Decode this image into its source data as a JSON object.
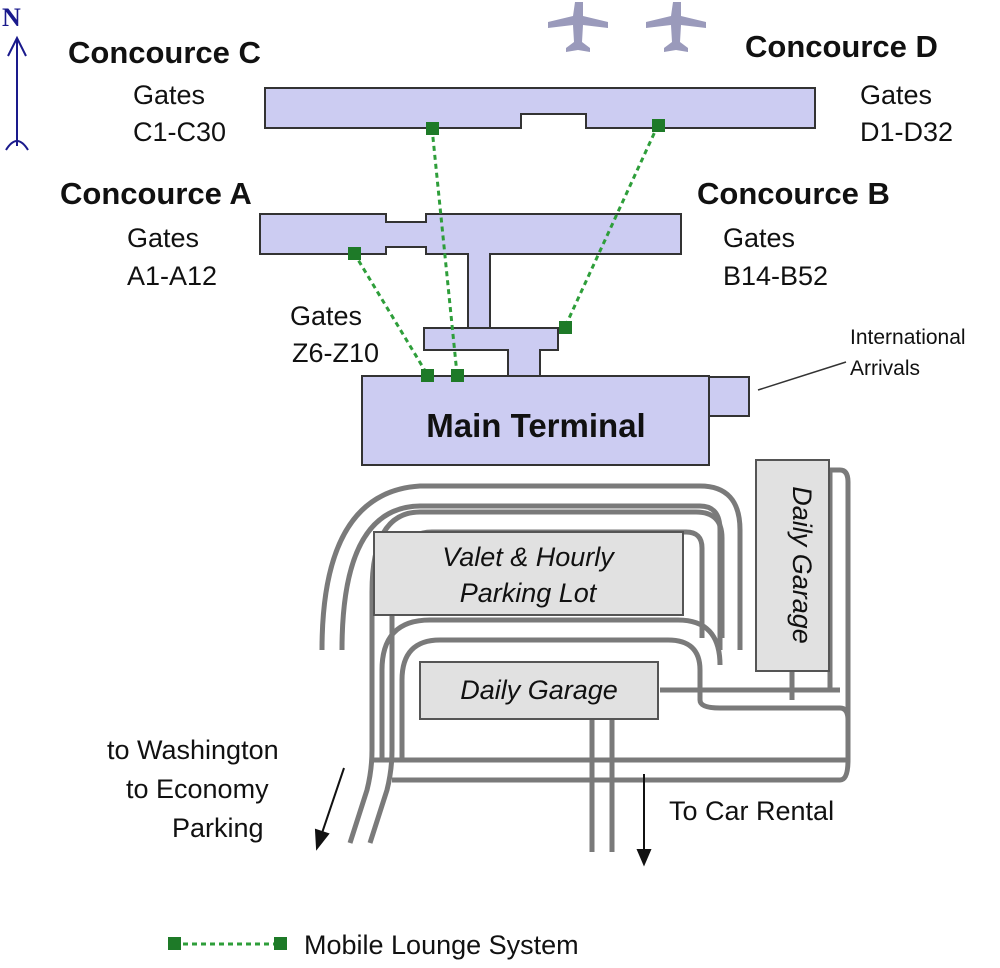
{
  "compass": {
    "label": "N"
  },
  "concourses": {
    "c": {
      "name": "Concource C",
      "gates_label": "Gates",
      "gates": "C1-C30"
    },
    "d": {
      "name": "Concource D",
      "gates_label": "Gates",
      "gates": "D1-D32"
    },
    "a": {
      "name": "Concource A",
      "gates_label": "Gates",
      "gates": "A1-A12"
    },
    "b": {
      "name": "Concource B",
      "gates_label": "Gates",
      "gates": "B14-B52"
    },
    "z": {
      "gates_label": "Gates",
      "gates": "Z6-Z10"
    }
  },
  "main_terminal": {
    "label": "Main Terminal"
  },
  "international": {
    "line1": "International",
    "line2": "Arrivals"
  },
  "parking": {
    "valet_line1": "Valet & Hourly",
    "valet_line2": "Parking Lot",
    "daily_garage_south": "Daily Garage",
    "daily_garage_east": "Daily Garage"
  },
  "directions": {
    "west_line1": "to Washington",
    "west_line2": "to Economy",
    "west_line3": "Parking",
    "south": "To Car Rental"
  },
  "legend": {
    "label": "Mobile Lounge System"
  },
  "colors": {
    "building_fill": "#ccccf2",
    "building_stroke": "#333333",
    "road": "#7a7a7a",
    "lot_fill": "#e1e1e1",
    "lounge_line": "#2e9e3a",
    "lounge_stop": "#1e7a28",
    "compass": "#1a1a8c",
    "plane": "#9a9abb"
  }
}
